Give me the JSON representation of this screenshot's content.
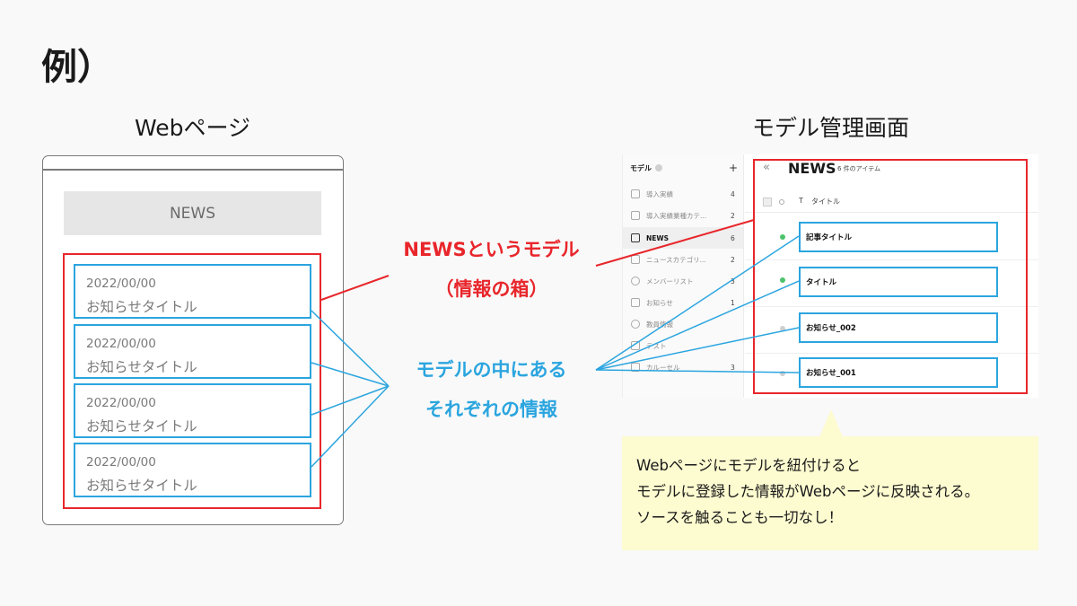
{
  "slide": {
    "title": "例）"
  },
  "webpage": {
    "heading": "Webページ",
    "banner": "NEWS",
    "items": [
      {
        "date": "2022/00/00",
        "title": "お知らせタイトル"
      },
      {
        "date": "2022/00/00",
        "title": "お知らせタイトル"
      },
      {
        "date": "2022/00/00",
        "title": "お知らせタイトル"
      },
      {
        "date": "2022/00/00",
        "title": "お知らせタイトル"
      }
    ]
  },
  "labels": {
    "model_line1": "NEWSというモデル",
    "model_line2": "（情報の箱）",
    "items_line1": "モデルの中にある",
    "items_line2": "それぞれの情報"
  },
  "admin": {
    "heading": "モデル管理画面",
    "sidebar": {
      "title": "モデル",
      "add": "+",
      "items": [
        {
          "label": "導入実績",
          "count": "4",
          "active": false
        },
        {
          "label": "導入実績業種カテ...",
          "count": "2",
          "active": false
        },
        {
          "label": "NEWS",
          "count": "6",
          "active": true
        },
        {
          "label": "ニュースカテゴリ...",
          "count": "2",
          "active": false
        },
        {
          "label": "メンバーリスト",
          "count": "3",
          "active": false
        },
        {
          "label": "お知らせ",
          "count": "1",
          "active": false
        },
        {
          "label": "教員情報",
          "count": "",
          "active": false
        },
        {
          "label": "テスト",
          "count": "",
          "active": false
        },
        {
          "label": "カルーセル",
          "count": "3",
          "active": false
        }
      ]
    },
    "main": {
      "back": "«",
      "title": "NEWS",
      "count": "6 件のアイテム",
      "type_glyph": "T",
      "column": "タイトル",
      "rows": [
        {
          "title": "記事タイトル",
          "status_color": "#4cc36b"
        },
        {
          "title": "タイトル",
          "status_color": "#4cc36b"
        },
        {
          "title": "お知らせ_002",
          "status_color": "#cfcfcf"
        },
        {
          "title": "お知らせ_001",
          "status_color": "#cfcfcf"
        }
      ]
    }
  },
  "callout": {
    "lines": [
      "Webページにモデルを紐付けると",
      "モデルに登録した情報がWebページに反映される。",
      "ソースを触ることも一切なし！"
    ]
  },
  "colors": {
    "red": "#e8262b",
    "blue": "#2ba5df",
    "callout_bg": "#fdfbd0"
  }
}
